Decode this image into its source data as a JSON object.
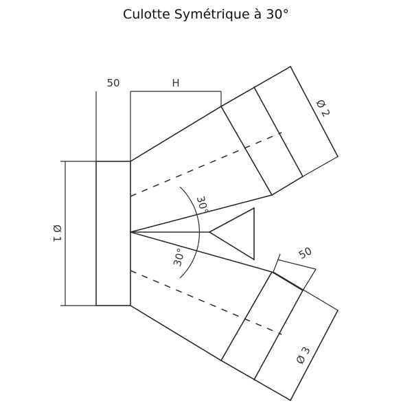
{
  "title": "Culotte Symétrique à 30°",
  "labels": {
    "collar_width": "50",
    "height": "H",
    "diameter_1": "Ø 1",
    "diameter_2": "Ø 2",
    "diameter_3": "Ø 3",
    "branch_collar": "50",
    "angle_upper": "30°",
    "angle_lower": "30°"
  }
}
